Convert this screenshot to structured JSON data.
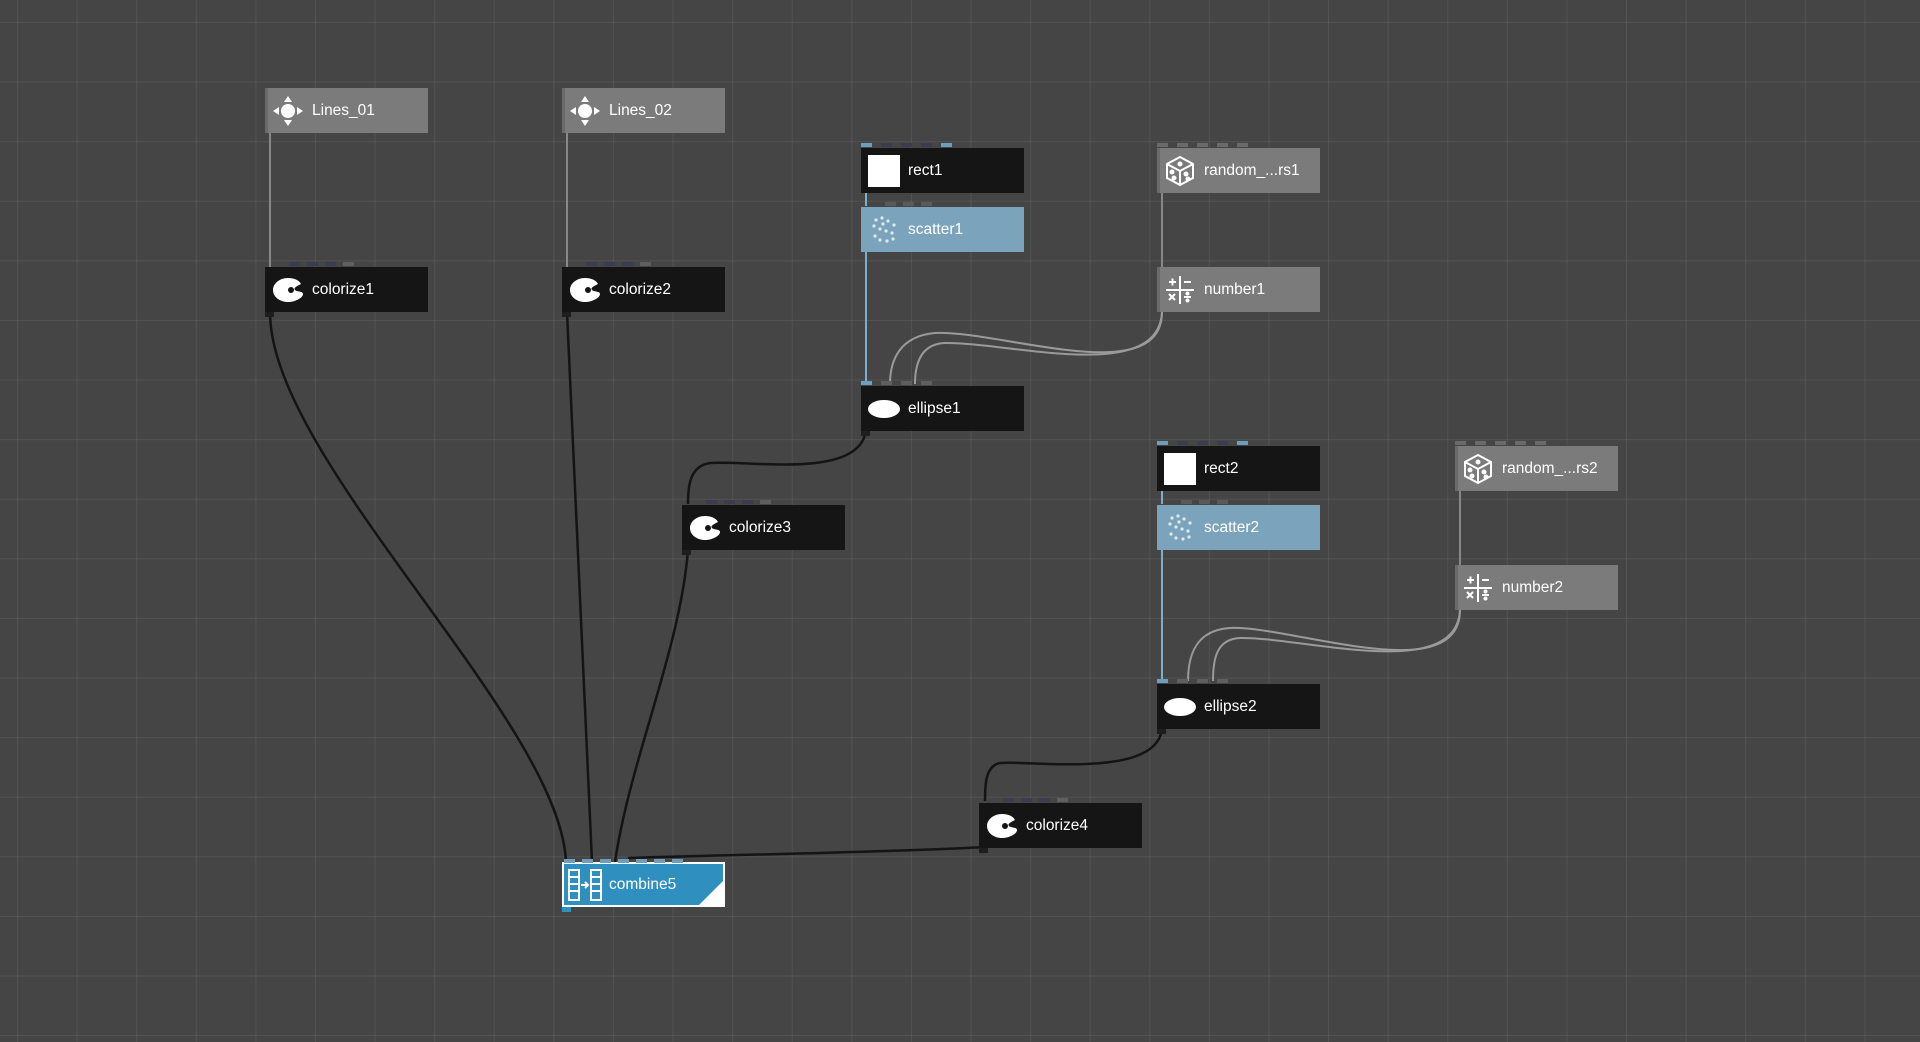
{
  "graph": {
    "nodes": {
      "lines01": {
        "label": "Lines_01",
        "icon": "move-arrows-icon"
      },
      "lines02": {
        "label": "Lines_02",
        "icon": "move-arrows-icon"
      },
      "colorize1": {
        "label": "colorize1",
        "icon": "palette-icon"
      },
      "colorize2": {
        "label": "colorize2",
        "icon": "palette-icon"
      },
      "rect1": {
        "label": "rect1",
        "icon": "square-icon"
      },
      "scatter1": {
        "label": "scatter1",
        "icon": "scatter-icon"
      },
      "random1": {
        "label": "random_...rs1",
        "icon": "dice-icon"
      },
      "number1": {
        "label": "number1",
        "icon": "math-operators-icon"
      },
      "ellipse1": {
        "label": "ellipse1",
        "icon": "ellipse-icon"
      },
      "colorize3": {
        "label": "colorize3",
        "icon": "palette-icon"
      },
      "rect2": {
        "label": "rect2",
        "icon": "square-icon"
      },
      "scatter2": {
        "label": "scatter2",
        "icon": "scatter-icon"
      },
      "random2": {
        "label": "random_...rs2",
        "icon": "dice-icon"
      },
      "number2": {
        "label": "number2",
        "icon": "math-operators-icon"
      },
      "ellipse2": {
        "label": "ellipse2",
        "icon": "ellipse-icon"
      },
      "colorize4": {
        "label": "colorize4",
        "icon": "palette-icon"
      },
      "combine5": {
        "label": "combine5",
        "icon": "combine-icon"
      }
    },
    "colors": {
      "background": "#454545",
      "generator_node": "#7b7b7b",
      "operator_node": "#151515",
      "highlighted_node": "#7ba4bc",
      "selected_node": "#2f8fbf",
      "wire_dark": "#141414",
      "wire_gray": "#888888",
      "wire_blue": "#7eaecb"
    }
  }
}
